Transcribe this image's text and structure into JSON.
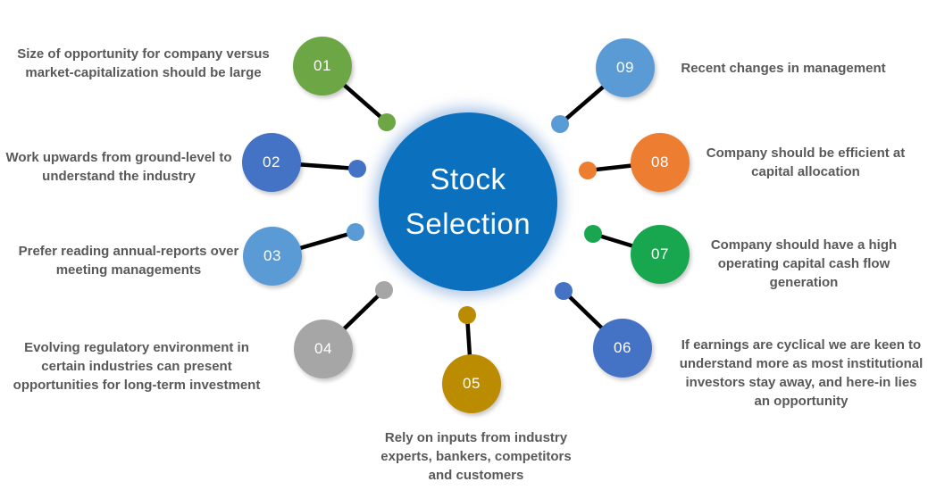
{
  "center": {
    "title": "Stock Selection",
    "color": "#0B70BD",
    "text_color": "#FFFFFF"
  },
  "text_color": "#595959",
  "connector_color": "#000000",
  "items": [
    {
      "number": "01",
      "label": "Size of opportunity for company versus market-capitalization should be large",
      "color": "#6DA745"
    },
    {
      "number": "02",
      "label": "Work upwards from ground-level to understand the industry",
      "color": "#4472C4"
    },
    {
      "number": "03",
      "label": "Prefer reading annual-reports over meeting managements",
      "color": "#5B9BD5"
    },
    {
      "number": "04",
      "label": "Evolving regulatory environment in certain industries can present opportunities for long-term investment",
      "color": "#A6A6A6"
    },
    {
      "number": "05",
      "label": "Rely on inputs from industry experts, bankers, competitors and customers",
      "color": "#BC8C00"
    },
    {
      "number": "06",
      "label": "If earnings are cyclical we are keen to understand more as most institutional investors stay away, and here-in lies an opportunity",
      "color": "#4472C4"
    },
    {
      "number": "07",
      "label": "Company should have a high operating capital cash flow generation",
      "color": "#18A74E"
    },
    {
      "number": "08",
      "label": "Company should be efficient at capital allocation",
      "color": "#ED7D31"
    },
    {
      "number": "09",
      "label": "Recent changes in management",
      "color": "#5B9BD5"
    }
  ]
}
